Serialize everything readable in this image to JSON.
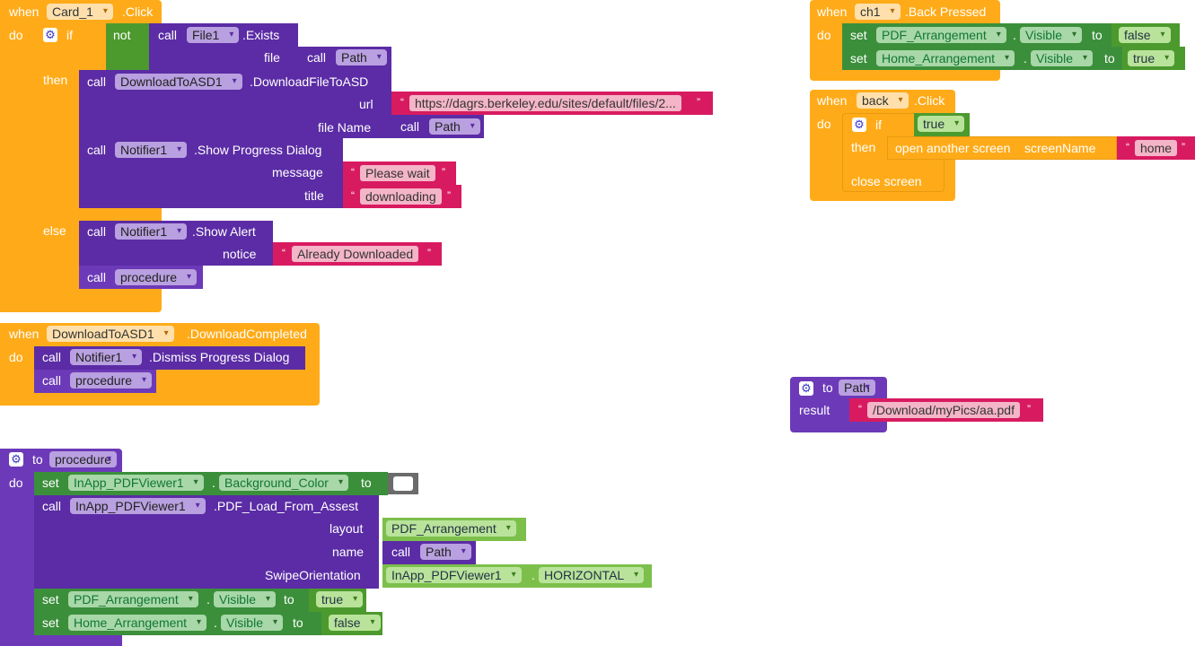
{
  "colors": {
    "event": "#ffab19",
    "procedure": "#6c3ab8",
    "component_call": "#5b2ca5",
    "setter": "#3b8f3b",
    "logic": "#4c9a2e",
    "text": "#d81b60",
    "text_value": "#f4b5c8"
  },
  "icons": {
    "mutator": "gear-icon",
    "dropdown": "chevron-down-icon"
  },
  "card_click": {
    "when": "when",
    "component": "Card_1",
    "event": ".Click",
    "do": "do",
    "if_label": "if",
    "not_label": "not",
    "exists_call": "call",
    "exists_component": "File1",
    "exists_method": ".Exists",
    "file_label": "file",
    "file_call": "call",
    "file_proc": "Path",
    "then": "then",
    "dl_call": "call",
    "dl_component": "DownloadToASD1",
    "dl_method": ".DownloadFileToASD",
    "url_label": "url",
    "url_value": "https://dagrs.berkeley.edu/sites/default/files/2...",
    "filename_label": "file Name",
    "filename_call": "call",
    "filename_proc": "Path",
    "progress_call": "call",
    "progress_component": "Notifier1",
    "progress_method": ".Show Progress Dialog",
    "message_label": "message",
    "message_value": "Please wait",
    "title_label": "title",
    "title_value": "downloading",
    "else": "else",
    "alert_call": "call",
    "alert_component": "Notifier1",
    "alert_method": ".Show Alert",
    "notice_label": "notice",
    "notice_value": "Already Downloaded",
    "proc_call": "call",
    "proc_name": "procedure"
  },
  "download_completed": {
    "when": "when",
    "component": "DownloadToASD1",
    "event": ".DownloadCompleted",
    "do": "do",
    "dismiss_call": "call",
    "dismiss_component": "Notifier1",
    "dismiss_method": ".Dismiss Progress Dialog",
    "proc_call": "call",
    "proc_name": "procedure"
  },
  "procedure_def": {
    "to": "to",
    "name": "procedure",
    "do": "do",
    "set1": "set",
    "set1_component": "InApp_PDFViewer1",
    "set1_dot": ".",
    "set1_prop": "Background_Color",
    "set1_to": "to",
    "load_call": "call",
    "load_component": "InApp_PDFViewer1",
    "load_method": ".PDF_Load_From_Assest",
    "layout_label": "layout",
    "layout_value": "PDF_Arrangement",
    "name_label": "name",
    "name_call": "call",
    "name_proc": "Path",
    "swipe_label": "SwipeOrientation",
    "swipe_component": "InApp_PDFViewer1",
    "swipe_dot": ".",
    "swipe_value": "HORIZONTAL",
    "set2": "set",
    "set2_component": "PDF_Arrangement",
    "set2_dot": ".",
    "set2_prop": "Visible",
    "set2_to": "to",
    "set2_value": "true",
    "set3": "set",
    "set3_component": "Home_Arrangement",
    "set3_dot": ".",
    "set3_prop": "Visible",
    "set3_to": "to",
    "set3_value": "false"
  },
  "back_pressed": {
    "when": "when",
    "component": "ch1",
    "event": ".Back Pressed",
    "do": "do",
    "set1": "set",
    "set1_component": "PDF_Arrangement",
    "set1_dot": ".",
    "set1_prop": "Visible",
    "set1_to": "to",
    "set1_value": "false",
    "set2": "set",
    "set2_component": "Home_Arrangement",
    "set2_dot": ".",
    "set2_prop": "Visible",
    "set2_to": "to",
    "set2_value": "true"
  },
  "back_click": {
    "when": "when",
    "component": "back",
    "event": ".Click",
    "do": "do",
    "if_label": "if",
    "if_value": "true",
    "then": "then",
    "open_label": "open another screen",
    "screen_label": "screenName",
    "screen_value": "home",
    "close_label": "close screen"
  },
  "path_proc": {
    "to": "to",
    "name": "Path",
    "result": "result",
    "value": "/Download/myPics/aa.pdf"
  }
}
